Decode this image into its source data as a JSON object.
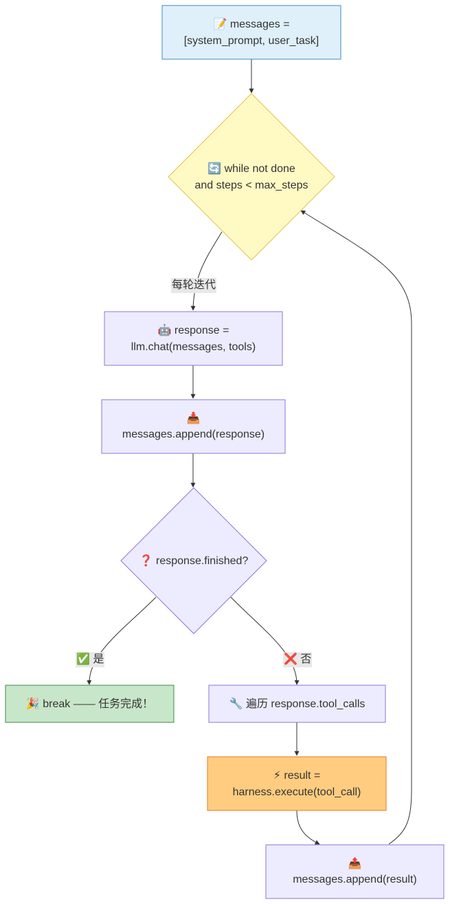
{
  "nodes": {
    "init": {
      "icon": "📝",
      "line1": "messages =",
      "line2": "[system_prompt, user_task]"
    },
    "loop": {
      "icon": "🔄",
      "line1": "while not done",
      "line2": "and steps < max_steps"
    },
    "chat": {
      "icon": "🤖",
      "line1": "response =",
      "line2": "llm.chat(messages, tools)"
    },
    "append_response": {
      "icon": "📥",
      "line1": "",
      "line2": "messages.append(response)"
    },
    "finished": {
      "icon": "❓",
      "line1": "response.finished?",
      "line2": ""
    },
    "break": {
      "icon": "🎉",
      "line1": "break —— 任务完成！",
      "line2": ""
    },
    "iterate": {
      "icon": "🔧",
      "line1": "遍历 response.tool_calls",
      "line2": ""
    },
    "execute": {
      "icon": "⚡",
      "line1": "result =",
      "line2": "harness.execute(tool_call)"
    },
    "append_result": {
      "icon": "📤",
      "line1": "",
      "line2": "messages.append(result)"
    }
  },
  "edges": {
    "each_iteration": "每轮迭代",
    "yes": "✅ 是",
    "no": "❌ 否"
  },
  "colors": {
    "blue_fill": "#dff0fb",
    "blue_stroke": "#3d8cc2",
    "yellow_fill": "#fff9c4",
    "yellow_stroke": "#e5c24a",
    "purple_fill": "#ececfe",
    "purple_stroke": "#9370db",
    "green_fill": "#c8e6c9",
    "green_stroke": "#3d8b40",
    "orange_fill": "#ffcc80",
    "orange_stroke": "#e07b1f",
    "edge": "#333333"
  }
}
